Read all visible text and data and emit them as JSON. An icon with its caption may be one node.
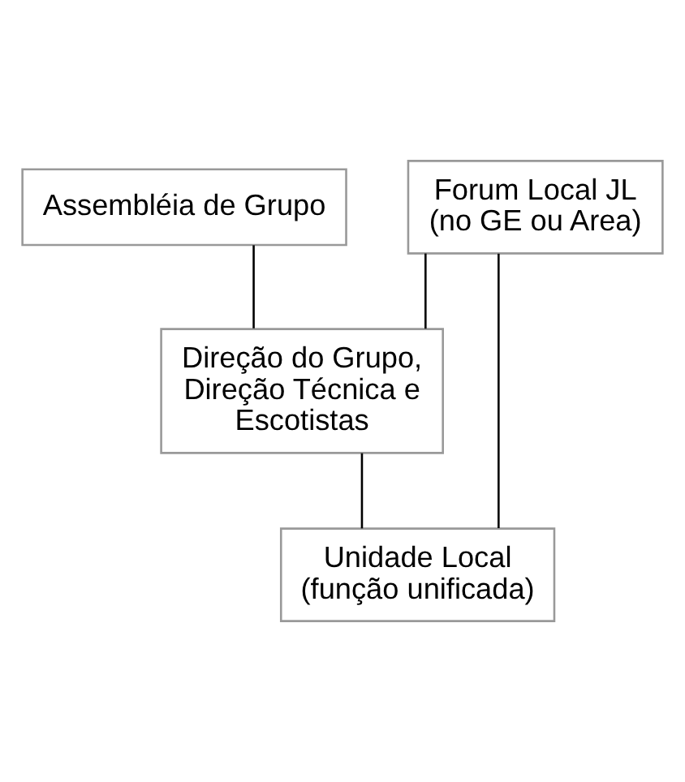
{
  "diagram": {
    "nodes": [
      {
        "text": [
          "Assembléia de Grupo"
        ]
      },
      {
        "text": [
          "Forum Local JL (no GE ou Area)"
        ]
      },
      {
        "text": [
          "Direção do Grupo, Direção Técnica e Escotistas"
        ]
      },
      {
        "text": [
          "Unidade Local (função unificada)"
        ]
      }
    ],
    "edges": [
      {
        "from": 0,
        "to": 2,
        "arrow": "none"
      },
      {
        "from": 1,
        "to": 2,
        "arrow": "none"
      },
      {
        "from": 1,
        "to": 3,
        "arrow": "none"
      },
      {
        "from": 2,
        "to": 3,
        "arrow": "none"
      }
    ]
  }
}
